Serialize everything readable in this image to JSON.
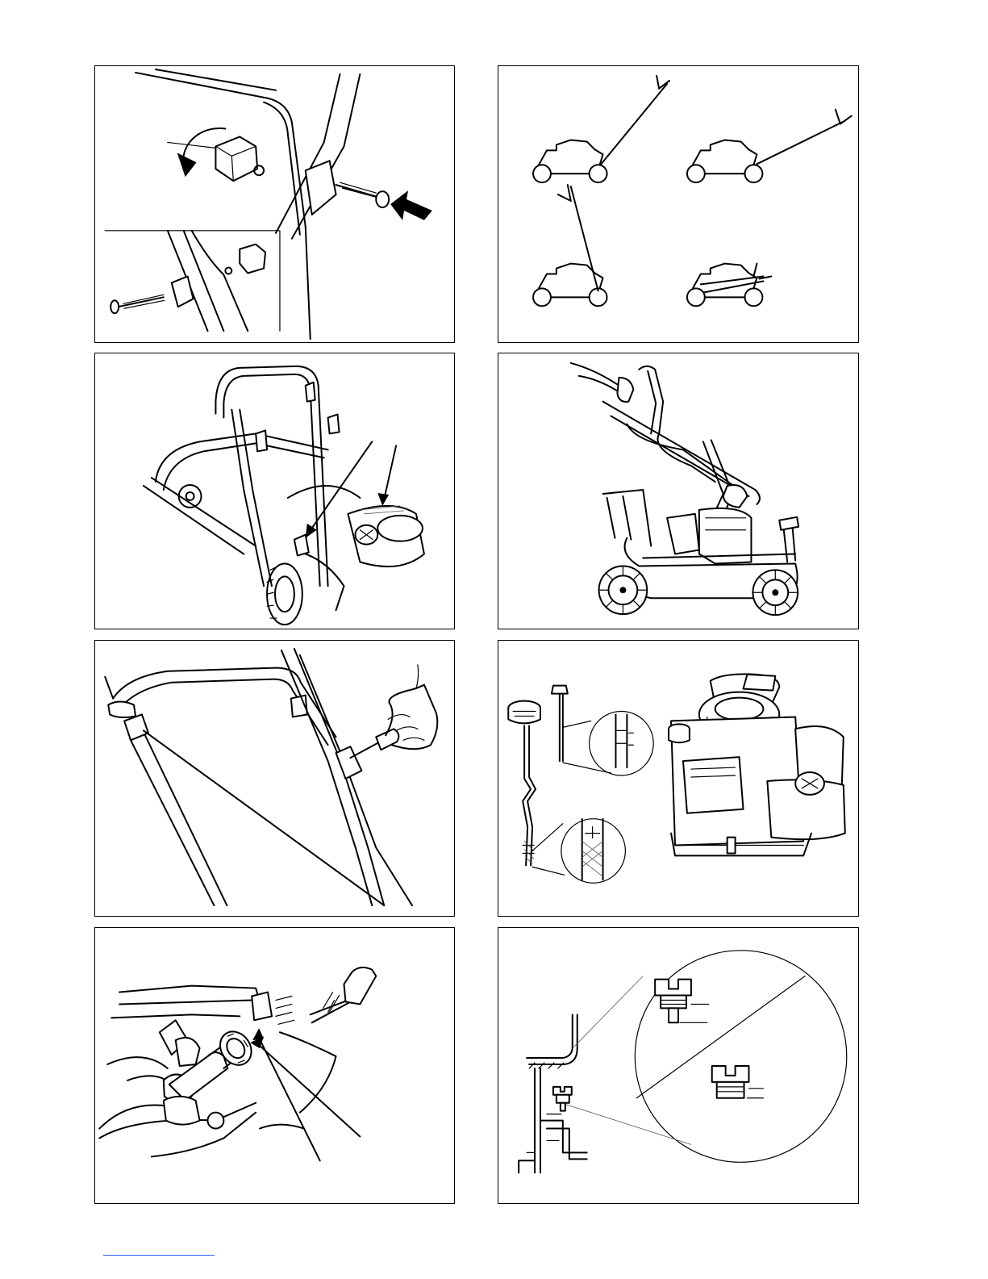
{
  "page": {
    "background": "#ffffff",
    "line_color": "#000000",
    "footer_rule_color": "#2b5cff"
  },
  "figures": [
    {
      "id": "handle-bolt-assembly",
      "icon": "handle-knob-bolt-illustration"
    },
    {
      "id": "handle-height-positions",
      "icon": "mower-handle-positions-illustration"
    },
    {
      "id": "cable-routing",
      "icon": "cable-clip-illustration"
    },
    {
      "id": "folding-handle",
      "icon": "folding-handle-illustration"
    },
    {
      "id": "cable-adjustment",
      "icon": "cable-adjust-illustration"
    },
    {
      "id": "oil-dipstick",
      "icon": "dipstick-engine-illustration"
    },
    {
      "id": "spark-plug-cap",
      "icon": "spark-plug-illustration"
    },
    {
      "id": "oil-drain-plug",
      "icon": "drain-plug-illustration"
    }
  ]
}
